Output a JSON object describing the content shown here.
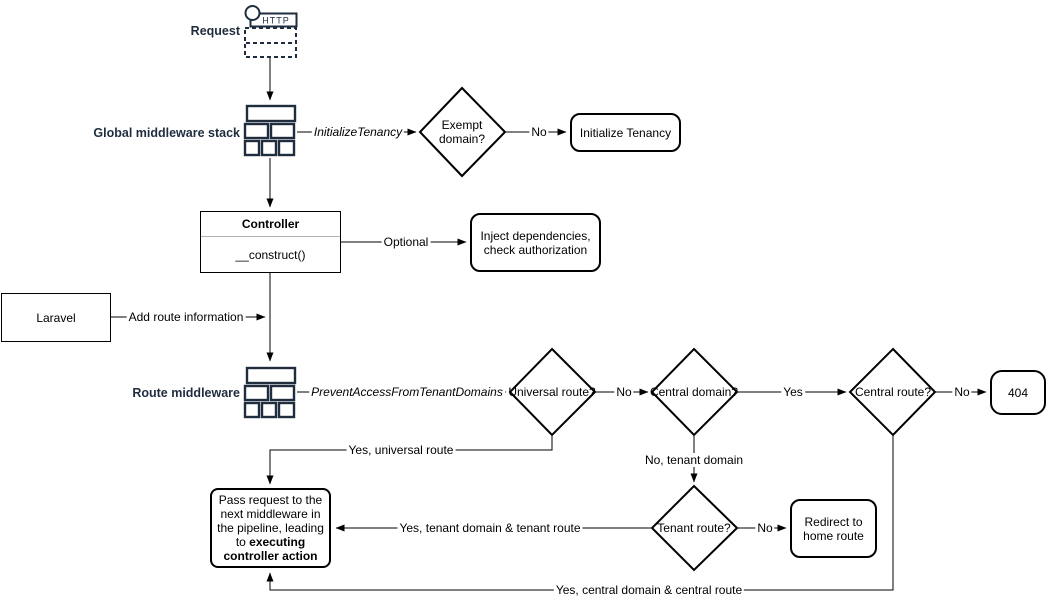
{
  "colors": {
    "dark_navy": "#1f2d3e",
    "stroke": "#000000",
    "uml_divider": "#b3b3b3"
  },
  "nodes": {
    "request": {
      "label": "Request"
    },
    "http_icon": {
      "text": "HTTP"
    },
    "global_middleware": {
      "label": "Global middleware stack"
    },
    "exempt_domain": {
      "label": "Exempt domain?"
    },
    "initialize_tenancy": {
      "label": "Initialize Tenancy"
    },
    "controller": {
      "title": "Controller",
      "method": "__construct()"
    },
    "inject_dependencies": {
      "label": "Inject dependencies, check authorization"
    },
    "laravel": {
      "label": "Laravel"
    },
    "route_middleware": {
      "label": "Route middleware"
    },
    "universal_route": {
      "label": "Universal route?"
    },
    "central_domain": {
      "label": "Central domain?"
    },
    "central_route": {
      "label": "Central route?"
    },
    "error_404": {
      "label": "404"
    },
    "tenant_route": {
      "label": "Tenant route?"
    },
    "redirect_home": {
      "label": "Redirect to home route"
    },
    "pass_request": {
      "text": "Pass request to the next middleware in the pipeline, leading to ",
      "bold": "executing controller action"
    }
  },
  "edges": {
    "initialize_tenancy_middleware": "InitializeTenancy",
    "exempt_no": "No",
    "optional": "Optional",
    "add_route_information": "Add route information",
    "prevent_access_middleware": "PreventAccessFromTenantDomains",
    "universal_no": "No",
    "central_domain_yes": "Yes",
    "central_route_no": "No",
    "yes_universal_route": "Yes, universal route",
    "no_tenant_domain": "No, tenant domain",
    "tenant_route_no": "No",
    "yes_tenant_domain_route": "Yes, tenant domain & tenant route",
    "yes_central_domain_route": "Yes, central domain & central route"
  }
}
